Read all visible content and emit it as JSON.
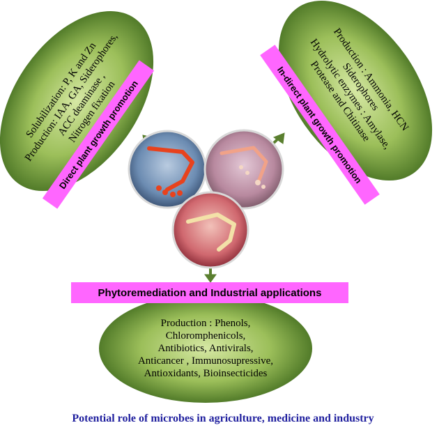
{
  "direct_ellipse": {
    "lines": [
      "Solubilization: P, K and Zn",
      "Production: IAA, GA, Siderophores,",
      "ACC deaminase ,",
      "Nitrogen  fixation"
    ]
  },
  "indirect_ellipse": {
    "lines": [
      "Production : Ammonia, HCN",
      "Siderophores",
      "Hydrolytic enzymes : Amylase,",
      "Protease and Chitinase"
    ]
  },
  "industrial_ellipse": {
    "lines": [
      "Production : Phenols,",
      "Chloromphenicols,",
      "Antibiotics, Antivirals,",
      "Anticancer , Immunosupressive,",
      "Antioxidants, Bioinsecticides"
    ]
  },
  "banners": {
    "direct": "Direct plant growth promotion",
    "indirect": "In-direct plant growth promotion",
    "industrial": "Phytoremediation and Industrial applications"
  },
  "caption": "Potential role of microbes in agriculture, medicine and industry",
  "colors": {
    "ellipse_light": "#d6e8a4",
    "ellipse_mid": "#8bb04a",
    "ellipse_dark": "#3f6a1d",
    "banner": "#ff66ff",
    "arrow": "#5a7f2f",
    "caption": "#1f1f9e"
  }
}
